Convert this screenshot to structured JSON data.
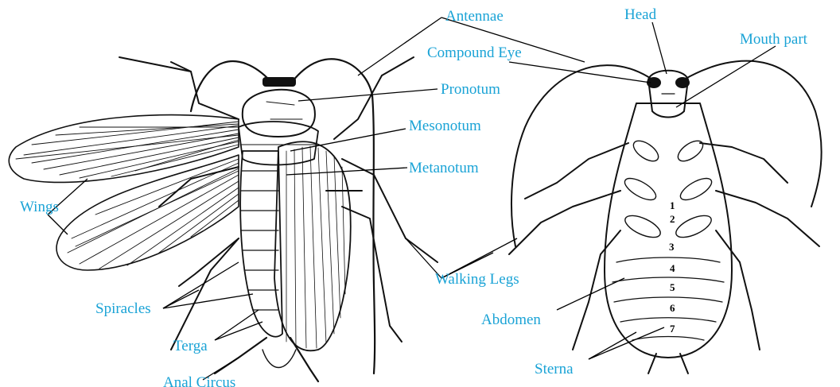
{
  "labels": {
    "antennae": "Antennae",
    "compound_eye": "Compound Eye",
    "pronotum": "Pronotum",
    "mesonotum": "Mesonotum",
    "metanotum": "Metanotum",
    "wings": "Wings",
    "walking_legs": "Walking Legs",
    "spiracles": "Spiracles",
    "terga": "Terga",
    "anal_circus": "Anal Circus",
    "head": "Head",
    "mouth_part": "Mouth part",
    "abdomen": "Abdomen",
    "sterna": "Sterna"
  },
  "segment_numbers": [
    "1",
    "2",
    "3",
    "4",
    "5",
    "6",
    "7"
  ],
  "colors": {
    "label": "#1aa3d6",
    "ink": "#111111"
  }
}
